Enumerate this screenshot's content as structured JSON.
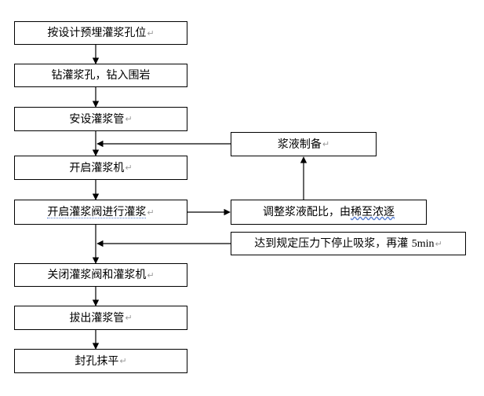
{
  "diagram": {
    "steps": [
      "按设计预埋灌浆孔位",
      "钻灌浆孔，钻入围岩",
      "安设灌浆管",
      "开启灌浆机",
      "开启灌浆阀进行灌浆",
      "关闭灌浆阀和灌浆机",
      "拔出灌浆管",
      "封孔抹平"
    ],
    "side": {
      "prep": "浆液制备",
      "adjust_a": "调整浆液配比，由",
      "adjust_b": "稀至浓逐",
      "stop_a": "达到规定压力下停止吸浆，再灌",
      "stop_b": "5min"
    },
    "paragraph_mark": "↵"
  }
}
